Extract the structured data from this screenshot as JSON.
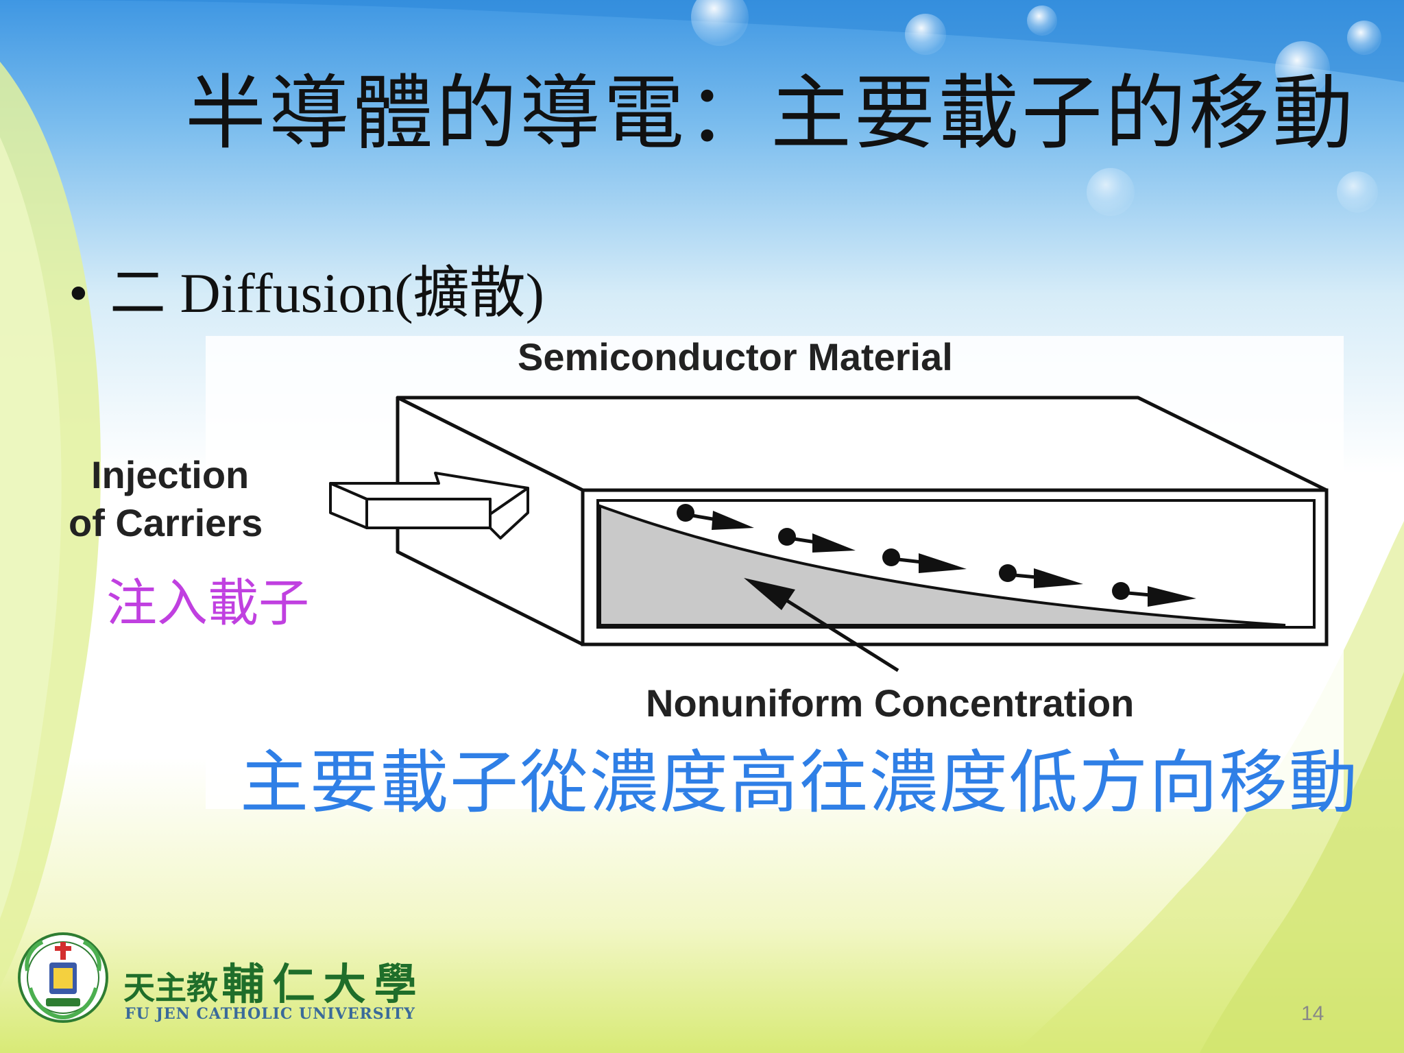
{
  "slide": {
    "title": "半導體的導電：主要載子的移動",
    "bullet": {
      "marker": "•",
      "text": "二 Diffusion(擴散)"
    },
    "diagram": {
      "label_top": "Semiconductor Material",
      "label_injection_1": "Injection",
      "label_injection_2": "of Carriers",
      "label_bottom": "Nonuniform Concentration"
    },
    "note_injection": "注入載子",
    "note_summary": "主要載子從濃度高往濃度低方向移動",
    "logo": {
      "chinese_small": "天主教",
      "chinese_big": "輔仁大學",
      "english": "FU JEN CATHOLIC UNIVERSITY"
    },
    "page_number": "14"
  }
}
